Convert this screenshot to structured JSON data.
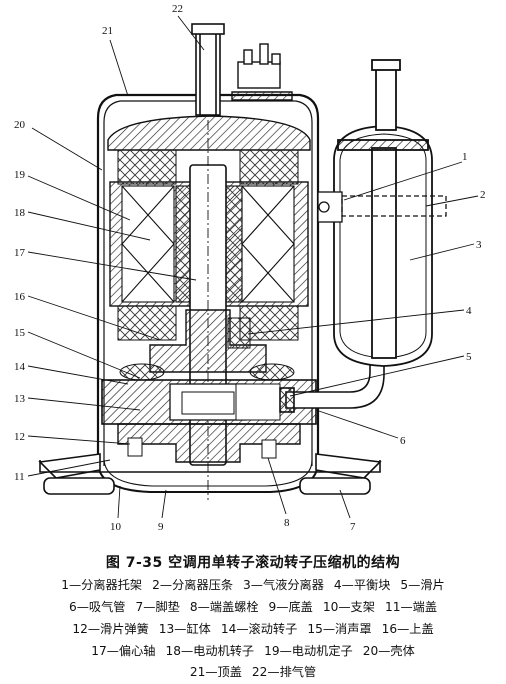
{
  "figure": {
    "caption": "图 7-35    空调用单转子滚动转子压缩机的结构",
    "callouts": [
      "1",
      "2",
      "3",
      "4",
      "5",
      "6",
      "7",
      "8",
      "9",
      "10",
      "11",
      "12",
      "13",
      "14",
      "15",
      "16",
      "17",
      "18",
      "19",
      "20",
      "21",
      "22"
    ]
  },
  "legend": {
    "lines": [
      [
        "1—分离器托架",
        "2—分离器压条",
        "3—气液分离器",
        "4—平衡块",
        "5—滑片"
      ],
      [
        "6—吸气管",
        "7—脚垫",
        "8—端盖螺栓",
        "9—底盖",
        "10—支架",
        "11—端盖"
      ],
      [
        "12—滑片弹簧",
        "13—缸体",
        "14—滚动转子",
        "15—消声罩",
        "16—上盖"
      ],
      [
        "17—偏心轴",
        "18—电动机转子",
        "19—电动机定子",
        "20—壳体"
      ],
      [
        "21—顶盖",
        "22—排气管"
      ]
    ]
  }
}
